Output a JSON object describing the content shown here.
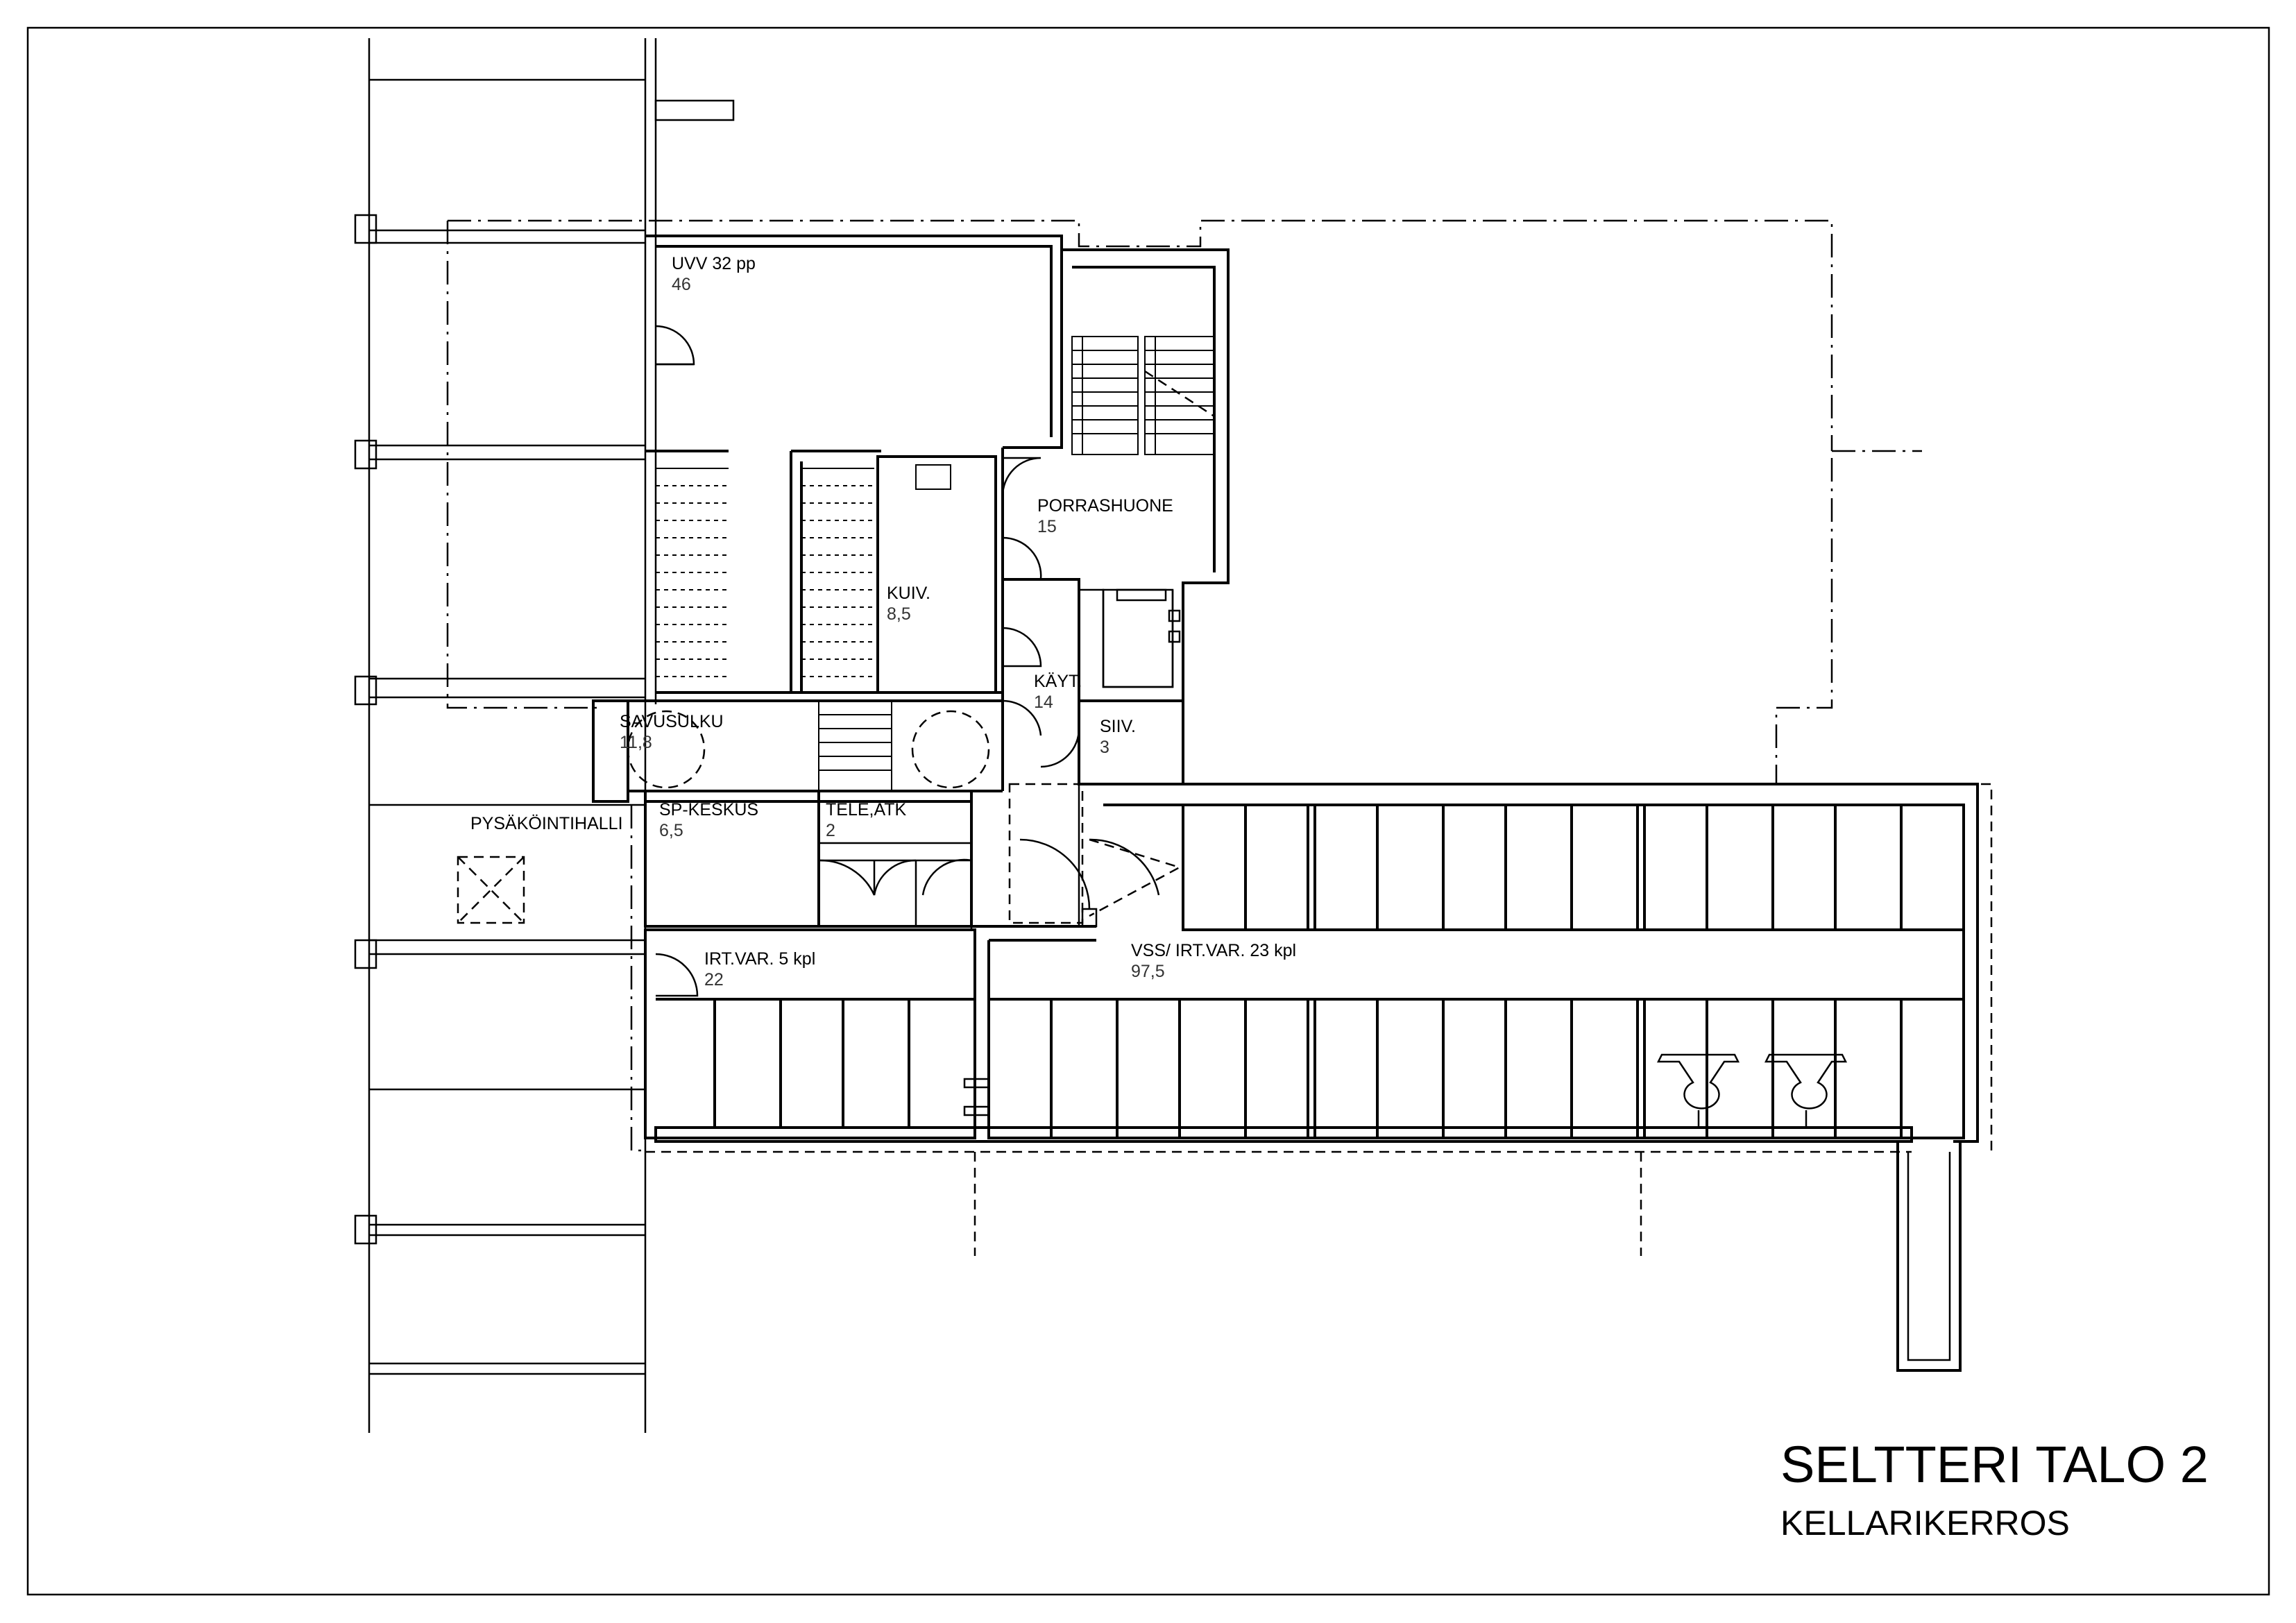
{
  "title": "SELTTERI TALO 2",
  "subtitle": "KELLARIKERROS",
  "rooms": {
    "uvv": {
      "name": "UVV  32 pp",
      "area": "46"
    },
    "porrashuone": {
      "name": "PORRASHUONE",
      "area": "15"
    },
    "kuiv": {
      "name": "KUIV.",
      "area": "8,5"
    },
    "kayt": {
      "name": "KÄYT.",
      "area": "14"
    },
    "savusulku": {
      "name": "SAVUSULKU",
      "area": "11,8"
    },
    "siiv": {
      "name": "SIIV.",
      "area": "3"
    },
    "sp_keskus": {
      "name": "SP-KESKUS",
      "area": "6,5"
    },
    "tele_atk": {
      "name": "TELE,ATK",
      "area": "2"
    },
    "pysakointihalli": {
      "name": "PYSÄKÖINTIHALLI"
    },
    "irt_var_5": {
      "name": "IRT.VAR. 5 kpl",
      "area": "22"
    },
    "vss_irt_var": {
      "name": "VSS/ IRT.VAR. 23 kpl",
      "area": "97,5"
    }
  }
}
